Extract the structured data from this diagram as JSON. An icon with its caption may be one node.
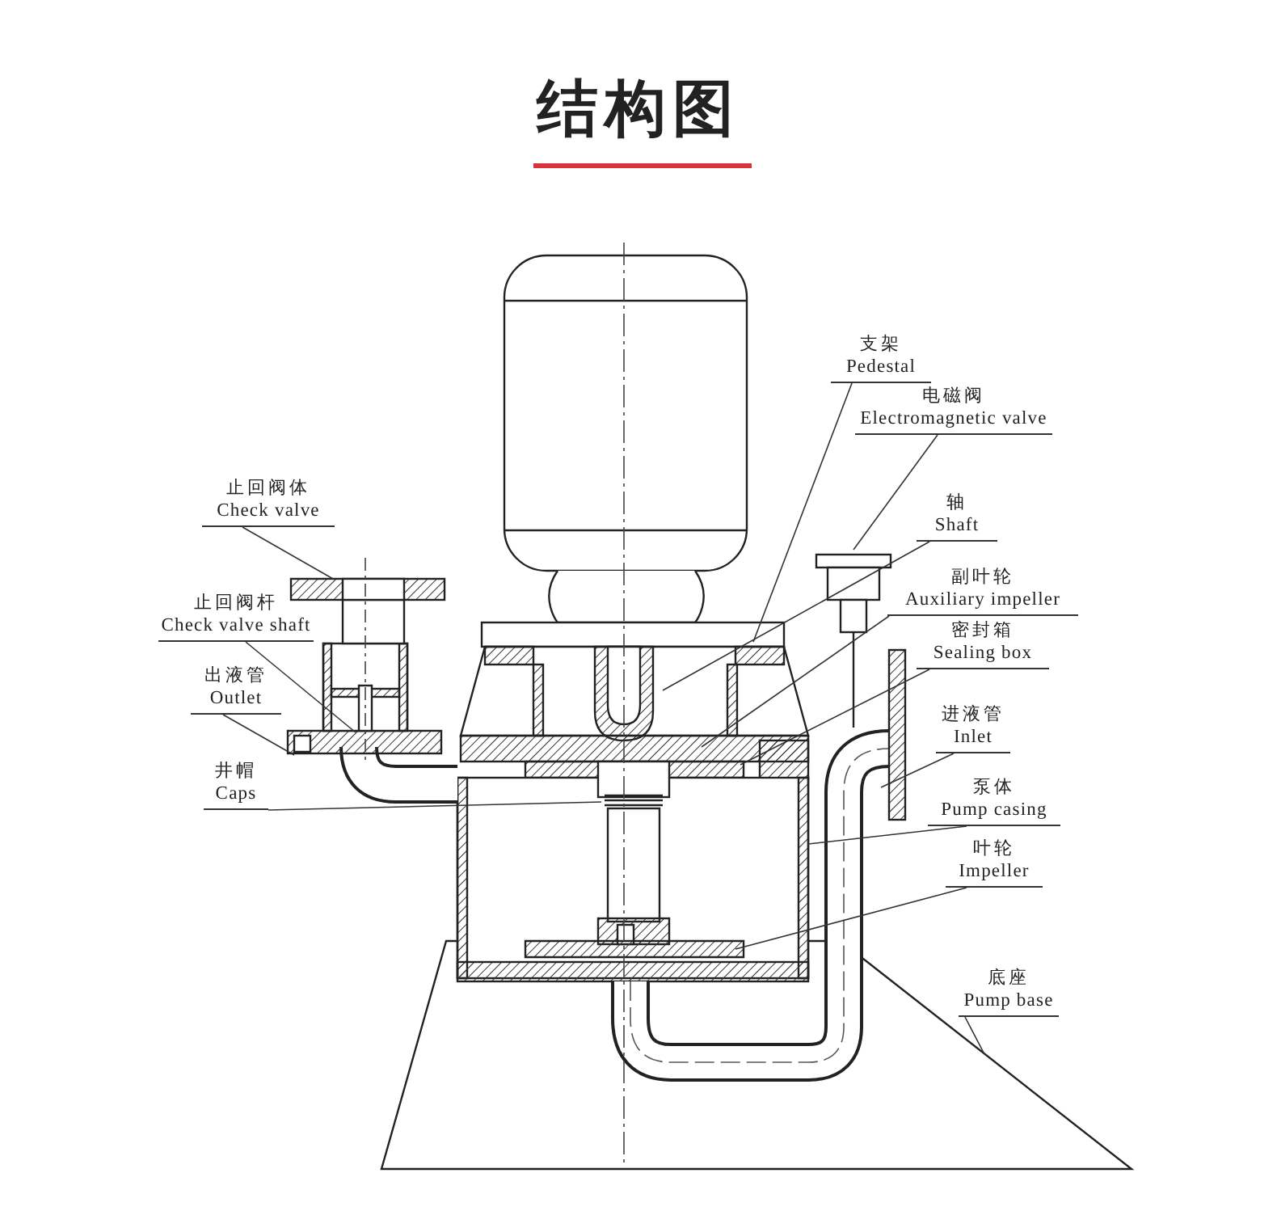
{
  "diagram": {
    "title": "结构图",
    "nodes": [
      {
        "text": [
          "止回阀体",
          "Check valve"
        ]
      },
      {
        "text": [
          "止回阀杆",
          "Check valve shaft"
        ]
      },
      {
        "text": [
          "出液管",
          "Outlet"
        ]
      },
      {
        "text": [
          "井帽",
          "Caps"
        ]
      },
      {
        "text": [
          "支架",
          "Pedestal"
        ]
      },
      {
        "text": [
          "电磁阀",
          "Electromagnetic valve"
        ]
      },
      {
        "text": [
          "轴",
          "Shaft"
        ]
      },
      {
        "text": [
          "副叶轮",
          "Auxiliary impeller"
        ]
      },
      {
        "text": [
          "密封箱",
          "Sealing box"
        ]
      },
      {
        "text": [
          "进液管",
          "Inlet"
        ]
      },
      {
        "text": [
          "泵体",
          "Pump casing"
        ]
      },
      {
        "text": [
          "叶轮",
          "Impeller"
        ]
      },
      {
        "text": [
          "底座",
          "Pump base"
        ]
      }
    ],
    "edges": [
      {
        "from": 0,
        "to": null,
        "arrow": "none"
      },
      {
        "from": 1,
        "to": null,
        "arrow": "none"
      },
      {
        "from": 2,
        "to": null,
        "arrow": "none"
      },
      {
        "from": 3,
        "to": null,
        "arrow": "none"
      },
      {
        "from": 4,
        "to": null,
        "arrow": "none"
      },
      {
        "from": 5,
        "to": null,
        "arrow": "none"
      },
      {
        "from": 6,
        "to": null,
        "arrow": "none"
      },
      {
        "from": 7,
        "to": null,
        "arrow": "none"
      },
      {
        "from": 8,
        "to": null,
        "arrow": "none"
      },
      {
        "from": 9,
        "to": null,
        "arrow": "none"
      },
      {
        "from": 10,
        "to": null,
        "arrow": "none"
      },
      {
        "from": 11,
        "to": null,
        "arrow": "none"
      },
      {
        "from": 12,
        "to": null,
        "arrow": "none"
      }
    ]
  }
}
